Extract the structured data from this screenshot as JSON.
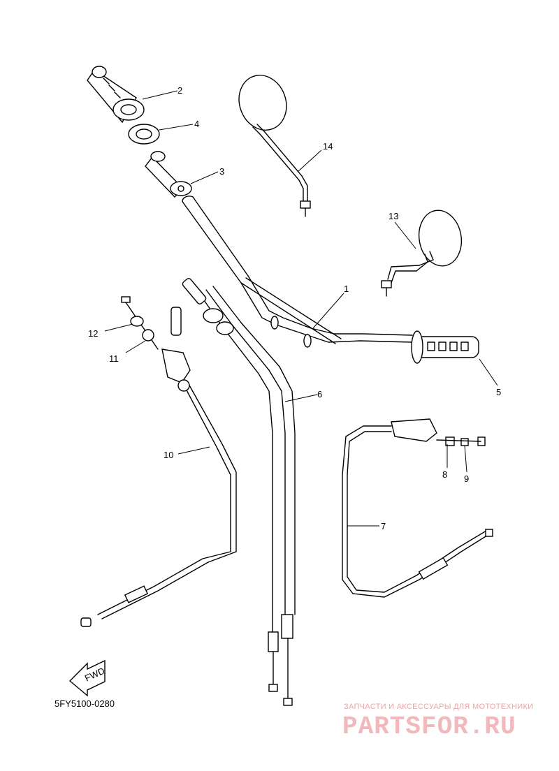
{
  "diagram": {
    "code": "5FY5100-0280",
    "fwd_label": "FWD",
    "callouts": [
      "1",
      "2",
      "3",
      "4",
      "5",
      "6",
      "7",
      "8",
      "9",
      "10",
      "11",
      "12",
      "13",
      "14"
    ]
  },
  "watermark": {
    "caption": "ЗАПЧАСТИ И АКСЕССУАРЫ ДЛЯ МОТОТЕХНИКИ",
    "logo": "PARTSFOR.RU",
    "color": "#f1b9bc"
  }
}
